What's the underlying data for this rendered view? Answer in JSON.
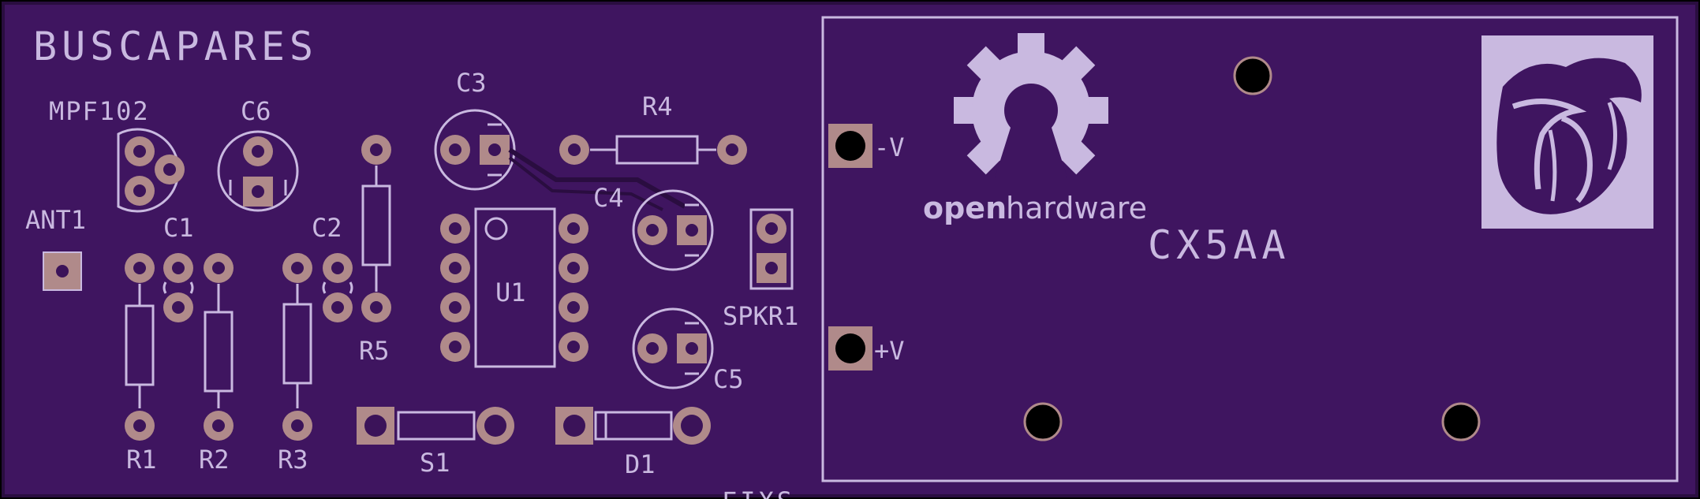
{
  "board": {
    "title": "BUSCAPARES",
    "code": "CX5AA",
    "logo_text_bold": "open",
    "logo_text_light": "hardware",
    "bottom_cut_text": "FIXS",
    "colors": {
      "background": "#000000",
      "pcb": "#3f1560",
      "silkscreen": "#c9b9e0",
      "pad": "#b08a8a",
      "trace": "#2a0d40"
    }
  },
  "components": {
    "mpf102": "MPF102",
    "c6": "C6",
    "c3": "C3",
    "r4": "R4",
    "c4": "C4",
    "ant1": "ANT1",
    "c1": "C1",
    "c2": "C2",
    "u1": "U1",
    "spkr1": "SPKR1",
    "r5": "R5",
    "c5": "C5",
    "r1": "R1",
    "r2": "R2",
    "r3": "R3",
    "s1": "S1",
    "d1": "D1"
  },
  "power": {
    "neg": "-V",
    "pos": "+V"
  },
  "icons": {
    "gear": "open-hardware-gear-icon",
    "tongue": "tongue-logo-icon"
  }
}
